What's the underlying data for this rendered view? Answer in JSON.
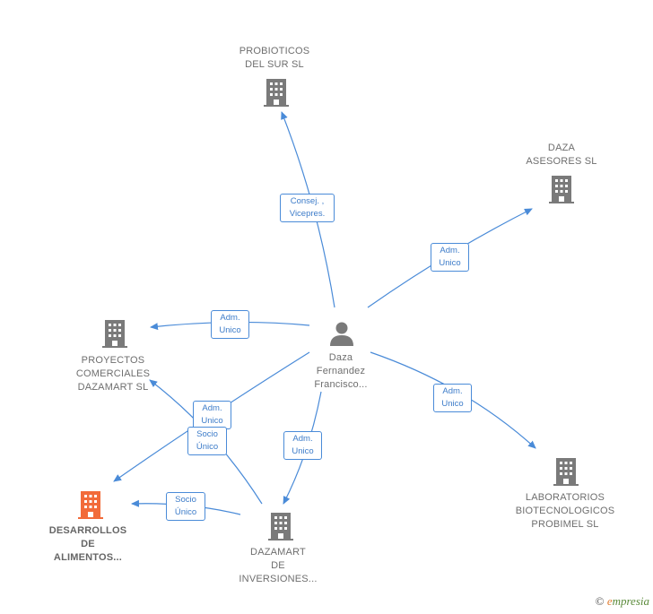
{
  "center": {
    "label": "Daza\nFernandez\nFrancisco..."
  },
  "nodes": {
    "probioticos": {
      "label": "PROBIOTICOS\nDEL SUR  SL"
    },
    "daza_asesores": {
      "label": "DAZA\nASESORES SL"
    },
    "proyectos": {
      "label": "PROYECTOS\nCOMERCIALES\nDAZAMART  SL"
    },
    "desarrollos": {
      "label": "DESARROLLOS\nDE\nALIMENTOS..."
    },
    "dazamart_inv": {
      "label": "DAZAMART\nDE\nINVERSIONES..."
    },
    "laboratorios": {
      "label": "LABORATORIOS\nBIOTECNOLOGICOS\nPROBIMEL  SL"
    }
  },
  "edges": {
    "consej": "Consej. ,\nVicepres.",
    "adm_asesores": "Adm.\nUnico",
    "adm_proyectos": "Adm.\nUnico",
    "adm_lab": "Adm.\nUnico",
    "adm_dazamart": "Adm.\nUnico",
    "adm_desarrollos": "Adm.\nUnico",
    "socio_proyectos": "Socio\nÚnico",
    "socio_desarrollos": "Socio\nÚnico"
  },
  "colors": {
    "edge": "#4a8bd8",
    "building": "#7a7a7a",
    "highlight": "#f26b3a"
  },
  "footer": {
    "copyright": "©",
    "brand_initial": "e",
    "brand_rest": "mpresia"
  }
}
